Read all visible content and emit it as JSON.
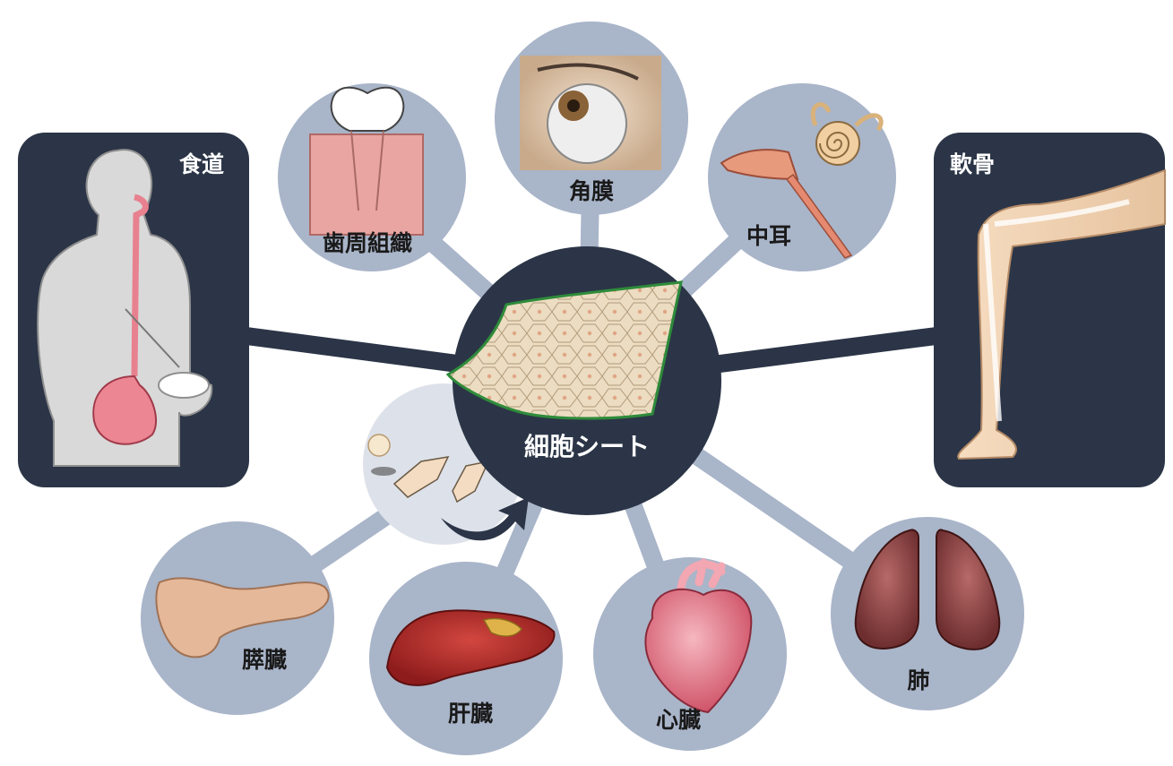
{
  "center": {
    "label": "細胞シート"
  },
  "organs": {
    "esophagus": {
      "label": "食道"
    },
    "periodontal": {
      "label": "歯周組織"
    },
    "cornea": {
      "label": "角膜"
    },
    "middle_ear": {
      "label": "中耳"
    },
    "cartilage": {
      "label": "軟骨"
    },
    "pancreas": {
      "label": "膵臓"
    },
    "liver": {
      "label": "肝臓"
    },
    "heart": {
      "label": "心臓"
    },
    "lung": {
      "label": "肺"
    }
  },
  "colors": {
    "dark_navy": "#2b3547",
    "circle_fill": "#a9b5c9",
    "connector": "#a9b5c9",
    "sheet": "#e9d8bd",
    "sheet_edge": "#2e8b3a",
    "label_dark": "#1a1a1a",
    "label_light": "#ffffff"
  }
}
